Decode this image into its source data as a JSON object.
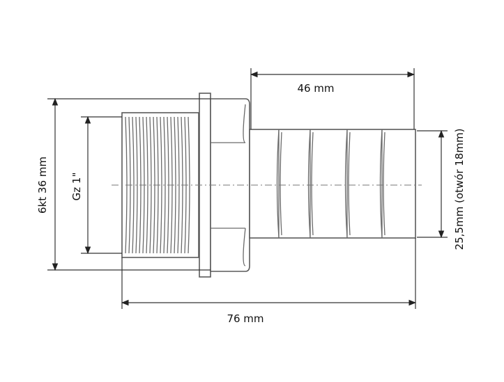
{
  "dimensions": {
    "width_46": "46 mm",
    "length_76": "76 mm",
    "hex_36": "6kt 36 mm",
    "thread": "Gz 1\"",
    "hose_diameter": "25,5mm (otwór 18mm)"
  }
}
